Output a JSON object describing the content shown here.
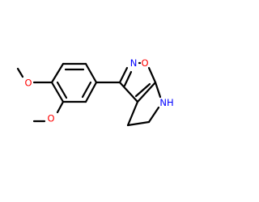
{
  "molecule": {
    "atoms": {
      "o1": {
        "text": "O",
        "color": "#ff0000"
      },
      "o2": {
        "text": "O",
        "color": "#ff0000"
      },
      "o3": {
        "text": "O",
        "color": "#ff0000"
      },
      "n1": {
        "text": "N",
        "color": "#0000ff"
      },
      "n2": {
        "text": "NH",
        "color": "#0000ff"
      }
    },
    "bond_color": "#000000",
    "background": "#ffffff"
  }
}
